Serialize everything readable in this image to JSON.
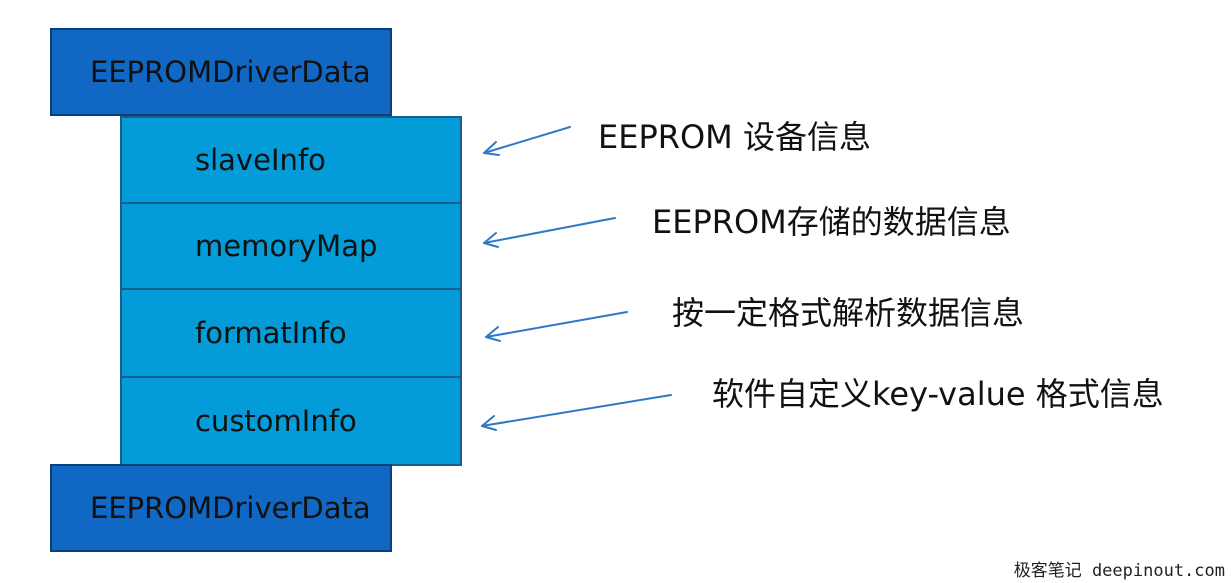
{
  "diagram": {
    "top_block": "EEPROMDriverData",
    "fields": [
      {
        "name": "slaveInfo",
        "note": "EEPROM 设备信息"
      },
      {
        "name": "memoryMap",
        "note": "EEPROM存储的数据信息"
      },
      {
        "name": "formatInfo",
        "note": "按一定格式解析数据信息"
      },
      {
        "name": "customInfo",
        "note": "软件自定义key-value 格式信息"
      }
    ],
    "bottom_block": "EEPROMDriverData"
  },
  "watermark": "极客笔记 deepinout.com",
  "colors": {
    "outer_block": "#1167c4",
    "inner_block": "#049bd9",
    "arrow": "#2f78c8"
  }
}
